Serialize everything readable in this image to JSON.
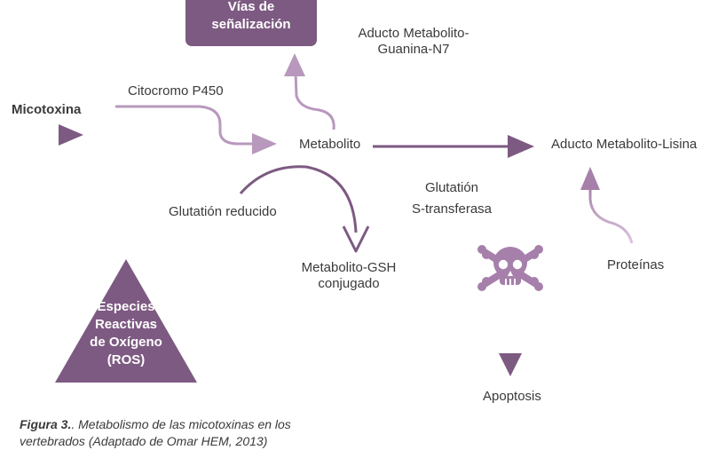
{
  "signaling_box": {
    "line1": "Vías de",
    "line2": "señalización"
  },
  "nodes": {
    "micotoxina": "Micotoxina",
    "citocromo": "Citocromo P450",
    "metabolito": "Metabolito",
    "glutation_reducido": "Glutatión reducido",
    "metabolito_gsh_1": "Metabolito-GSH",
    "metabolito_gsh_2": "conjugado",
    "aducto_guanina_1": "Aducto Metabolito-",
    "aducto_guanina_2": "Guanina-N7",
    "aducto_lisina": "Aducto Metabolito-Lisina",
    "glutation_st_1": "Glutatión",
    "glutation_st_2": "S-transferasa",
    "proteinas": "Proteínas",
    "apoptosis": "Apoptosis"
  },
  "ros_triangle": {
    "line1": "Especies",
    "line2": "Reactivas",
    "line3": "de Oxígeno",
    "line4": "(ROS)"
  },
  "caption": {
    "prefix": "Figura 3.",
    "text": ". Metabolismo de las micotoxinas en los vertebrados (Adaptado de Omar HEM, 2013)"
  },
  "colors": {
    "primary": "#7d5a82",
    "light": "#b898bd",
    "skull": "#a680ab",
    "text": "#3a3a3a"
  },
  "icons": {
    "skull": "skull-crossbones-icon"
  }
}
